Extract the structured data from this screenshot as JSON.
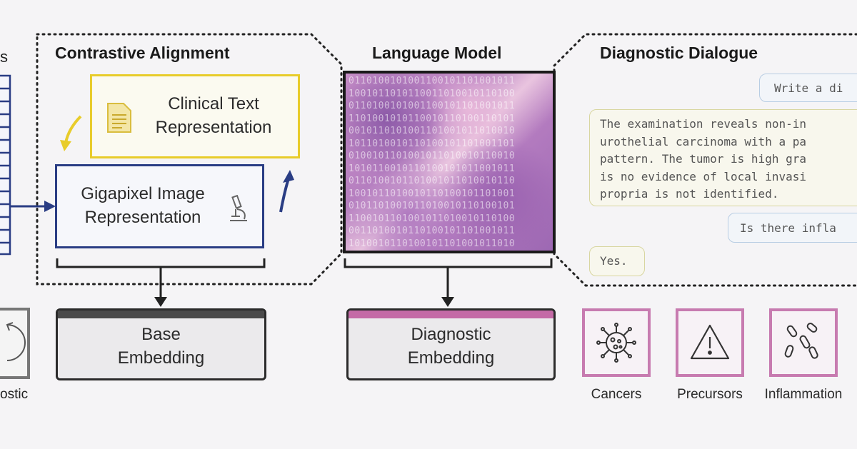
{
  "left_partial": {
    "top_label": "s",
    "bottom_label": "ostic"
  },
  "contrastive": {
    "title": "Contrastive Alignment",
    "clinical_text": [
      "Clinical Text",
      "Representation"
    ],
    "gigapixel": [
      "Gigapixel Image",
      "Representation"
    ]
  },
  "language_model": {
    "title": "Language Model",
    "binary_rows": [
      "0110100101001100101101001011",
      "1001011010110011010010110100",
      "0110100101001100101101001011",
      "1101001010110010110100110101",
      "0010110101001101001011010010",
      "1011010010110100101101001101",
      "0100101101001011010010110010",
      "1010110010110100101011001011",
      "0110100101101001011010010110",
      "1001011010010110100101101001",
      "0101101001011010010110100101",
      "1100101101001011010010110100",
      "0011010010110100101101001011",
      "1010010110100101101001011010"
    ]
  },
  "dialogue": {
    "title": "Diagnostic Dialogue",
    "messages": [
      {
        "role": "user",
        "text": "Write a di"
      },
      {
        "role": "assistant",
        "lines": [
          "The examination reveals non-in",
          "urothelial carcinoma with a pa",
          "pattern. The tumor is high gra",
          "is no evidence of local invasi",
          "propria is not identified."
        ]
      },
      {
        "role": "user",
        "text": "Is there infla"
      },
      {
        "role": "assistant",
        "lines": [
          "Yes."
        ]
      }
    ]
  },
  "embeddings": {
    "base": {
      "lines": [
        "Base",
        "Embedding"
      ],
      "bar_color": "#4a4a4a"
    },
    "diagnostic": {
      "lines": [
        "Diagnostic",
        "Embedding"
      ],
      "bar_color": "#c46aa6"
    }
  },
  "categories": [
    {
      "label": "Cancers",
      "icon": "virus-icon"
    },
    {
      "label": "Precursors",
      "icon": "warning-icon"
    },
    {
      "label": "Inflammation",
      "icon": "bacteria-icon"
    }
  ],
  "colors": {
    "navy": "#2a3d84",
    "yellow": "#e8cc2a",
    "pink": "#c77bb0",
    "dark": "#2b2b2b"
  }
}
